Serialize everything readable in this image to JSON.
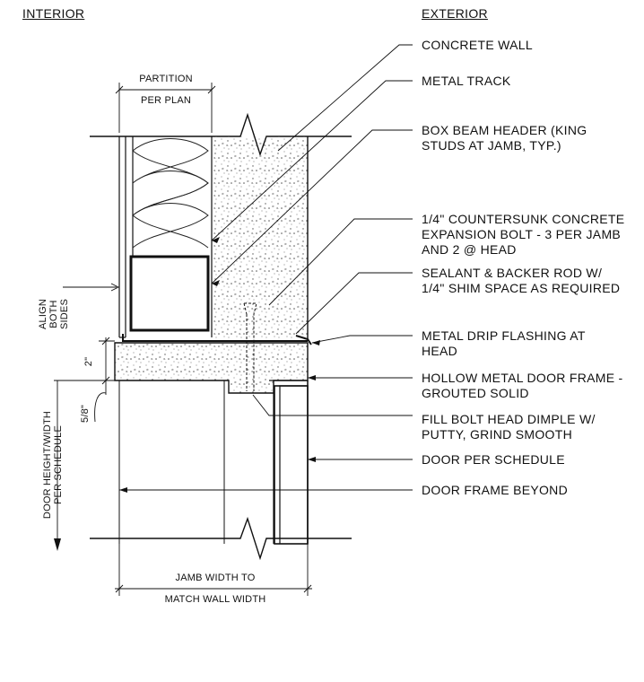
{
  "headers": {
    "interior": "INTERIOR",
    "exterior": "EXTERIOR"
  },
  "notes": [
    "CONCRETE WALL",
    "METAL TRACK",
    "BOX BEAM HEADER (KING\nSTUDS AT JAMB, TYP.)",
    "1/4\" COUNTERSUNK CONCRETE\nEXPANSION BOLT - 3 PER JAMB\nAND 2 @ HEAD",
    "SEALANT & BACKER ROD W/\n1/4\" SHIM SPACE AS REQUIRED",
    "METAL DRIP FLASHING AT\nHEAD",
    "HOLLOW METAL DOOR FRAME -\nGROUTED SOLID",
    "FILL BOLT HEAD DIMPLE W/\nPUTTY, GRIND SMOOTH",
    "DOOR PER SCHEDULE",
    "DOOR FRAME BEYOND"
  ],
  "dimensions": {
    "partition_top": "PARTITION",
    "partition_bottom": "PER PLAN",
    "align": "ALIGN\nBOTH\nSIDES",
    "two_inch": "2\"",
    "five_eighths": "5/8\"",
    "door_height": "DOOR HEIGHT/WIDTH\nPER SCHEDULE",
    "jamb_top": "JAMB WIDTH TO",
    "jamb_bottom": "MATCH WALL WIDTH"
  }
}
